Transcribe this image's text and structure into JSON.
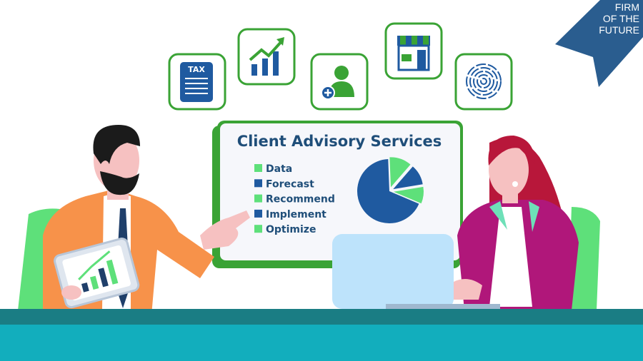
{
  "logo": {
    "lines": [
      "FIRM",
      "OF THE",
      "FUTURE"
    ],
    "color": "#2a5d8f"
  },
  "icons": [
    {
      "name": "tax-document-icon",
      "label": "TAX"
    },
    {
      "name": "growth-chart-icon"
    },
    {
      "name": "add-user-icon"
    },
    {
      "name": "storefront-icon"
    },
    {
      "name": "fingerprint-icon"
    }
  ],
  "board": {
    "title": "Client Advisory Services",
    "legend": [
      {
        "label": "Data",
        "color": "#5ee07a"
      },
      {
        "label": "Forecast",
        "color": "#1f5aa0"
      },
      {
        "label": "Recommend",
        "color": "#5ee07a"
      },
      {
        "label": "Implement",
        "color": "#1f5aa0"
      },
      {
        "label": "Optimize",
        "color": "#5ee07a"
      }
    ],
    "pie_slices": [
      {
        "value": 68,
        "color": "#1f5aa0"
      },
      {
        "value": 12,
        "color": "#5ee07a"
      },
      {
        "value": 11,
        "color": "#1f5aa0"
      },
      {
        "value": 9,
        "color": "#5ee07a"
      }
    ]
  },
  "colors": {
    "accent_green": "#3aa335",
    "navy": "#1f4e79",
    "table_top": "#1a7d84",
    "table_front": "#12aebd"
  }
}
